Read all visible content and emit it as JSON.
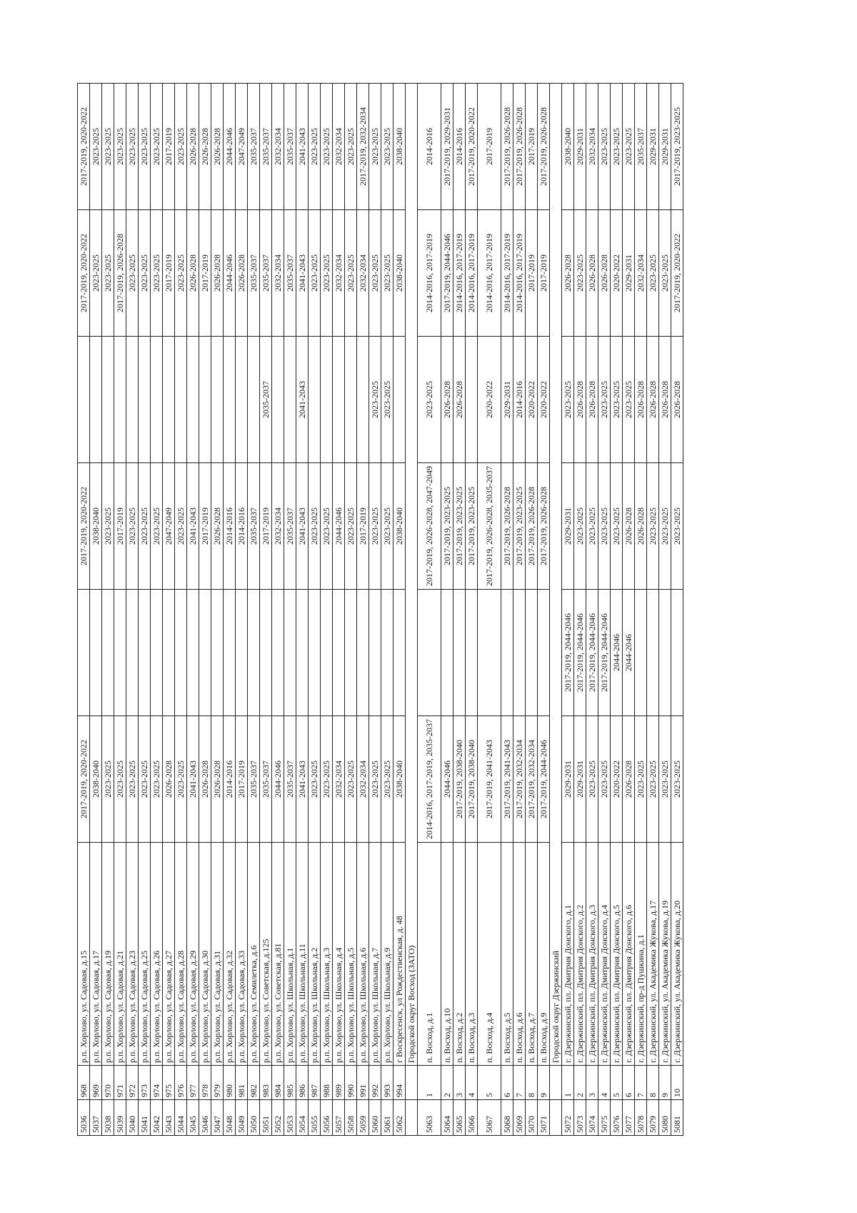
{
  "table": {
    "rows": [
      {
        "kind": "data",
        "h": 1,
        "row": "5036",
        "num": "968",
        "address": "р.п. Хорлово, ул. Садовая, д.15",
        "periods": [
          "2017-2019, 2020-2022",
          "",
          "2017-2019, 2020-2022",
          "",
          "2017-2019, 2020-2022",
          "2017-2019, 2020-2022"
        ]
      },
      {
        "kind": "data",
        "h": 1,
        "row": "5037",
        "num": "969",
        "address": "р.п. Хорлово, ул. Садовая, д.17",
        "periods": [
          "2038-2040",
          "",
          "2038-2040",
          "",
          "2023-2025",
          "2023-2025"
        ]
      },
      {
        "kind": "data",
        "h": 1,
        "row": "5038",
        "num": "970",
        "address": "р.п. Хорлово, ул. Садовая, д.19",
        "periods": [
          "2023-2025",
          "",
          "2023-2025",
          "",
          "2023-2025",
          "2023-2025"
        ]
      },
      {
        "kind": "data",
        "h": 1,
        "row": "5039",
        "num": "971",
        "address": "р.п. Хорлово, ул. Садовая, д.21",
        "periods": [
          "2023-2025",
          "",
          "2017-2019",
          "",
          "2017-2019, 2026-2028",
          "2023-2025"
        ]
      },
      {
        "kind": "data",
        "h": 1,
        "row": "5040",
        "num": "972",
        "address": "р.п. Хорлово, ул. Садовая, д.23",
        "periods": [
          "2023-2025",
          "",
          "2023-2025",
          "",
          "2023-2025",
          "2023-2025"
        ]
      },
      {
        "kind": "data",
        "h": 1,
        "row": "5041",
        "num": "973",
        "address": "р.п. Хорлово, ул. Садовая, д.25",
        "periods": [
          "2023-2025",
          "",
          "2023-2025",
          "",
          "2023-2025",
          "2023-2025"
        ]
      },
      {
        "kind": "data",
        "h": 1,
        "row": "5042",
        "num": "974",
        "address": "р.п. Хорлово, ул. Садовая, д.26",
        "periods": [
          "2023-2025",
          "",
          "2023-2025",
          "",
          "2023-2025",
          "2023-2025"
        ]
      },
      {
        "kind": "data",
        "h": 1,
        "row": "5043",
        "num": "975",
        "address": "р.п. Хорлово, ул. Садовая, д.27",
        "periods": [
          "2026-2028",
          "",
          "2047-2049",
          "",
          "2017-2019",
          "2017-2019"
        ]
      },
      {
        "kind": "data",
        "h": 1,
        "row": "5044",
        "num": "976",
        "address": "р.п. Хорлово, ул. Садовая, д.28",
        "periods": [
          "2023-2025",
          "",
          "2023-2025",
          "",
          "2023-2025",
          "2023-2025"
        ]
      },
      {
        "kind": "data",
        "h": 1,
        "row": "5045",
        "num": "977",
        "address": "р.п. Хорлово, ул. Садовая, д.29",
        "periods": [
          "2041-2043",
          "",
          "2041-2043",
          "",
          "2026-2028",
          "2026-2028"
        ]
      },
      {
        "kind": "data",
        "h": 1,
        "row": "5046",
        "num": "978",
        "address": "р.п. Хорлово, ул. Садовая, д.30",
        "periods": [
          "2026-2028",
          "",
          "2017-2019",
          "",
          "2017-2019",
          "2026-2028"
        ]
      },
      {
        "kind": "data",
        "h": 1,
        "row": "5047",
        "num": "979",
        "address": "р.п. Хорлово, ул. Садовая, д.31",
        "periods": [
          "2026-2028",
          "",
          "2026-2028",
          "",
          "2026-2028",
          "2026-2028"
        ]
      },
      {
        "kind": "data",
        "h": 1,
        "row": "5048",
        "num": "980",
        "address": "р.п. Хорлово, ул. Садовая, д.32",
        "periods": [
          "2014-2016",
          "",
          "2014-2016",
          "",
          "2044-2046",
          "2044-2046"
        ]
      },
      {
        "kind": "data",
        "h": 1,
        "row": "5049",
        "num": "981",
        "address": "р.п. Хорлово, ул. Садовая, д.33",
        "periods": [
          "2017-2019",
          "",
          "2014-2016",
          "",
          "2026-2028",
          "2047-2049"
        ]
      },
      {
        "kind": "data",
        "h": 1,
        "row": "5050",
        "num": "982",
        "address": "р.п. Хорлово, ул. Семилетка, д.6",
        "periods": [
          "2035-2037",
          "",
          "2035-2037",
          "",
          "2035-2037",
          "2035-2037"
        ]
      },
      {
        "kind": "data",
        "h": 1,
        "row": "5051",
        "num": "983",
        "address": "р.п. Хорлово, ул. Советская, д.125",
        "periods": [
          "2035-2037",
          "",
          "2017-2019",
          "2035-2037",
          "2035-2037",
          "2035-2037"
        ]
      },
      {
        "kind": "data",
        "h": 1,
        "row": "5052",
        "num": "984",
        "address": "р.п. Хорлово, ул. Советская, д.81",
        "periods": [
          "2044-2046",
          "",
          "2032-2034",
          "",
          "2032-2034",
          "2032-2034"
        ]
      },
      {
        "kind": "data",
        "h": 1,
        "row": "5053",
        "num": "985",
        "address": "р.п. Хорлово, ул. Школьная, д.1",
        "periods": [
          "2035-2037",
          "",
          "2035-2037",
          "",
          "2035-2037",
          "2035-2037"
        ]
      },
      {
        "kind": "data",
        "h": 1,
        "row": "5054",
        "num": "986",
        "address": "р.п. Хорлово, ул. Школьная, д.11",
        "periods": [
          "2041-2043",
          "",
          "2041-2043",
          "2041-2043",
          "2041-2043",
          "2041-2043"
        ]
      },
      {
        "kind": "data",
        "h": 1,
        "row": "5055",
        "num": "987",
        "address": "р.п. Хорлово, ул. Школьная, д.2",
        "periods": [
          "2023-2025",
          "",
          "2023-2025",
          "",
          "2023-2025",
          "2023-2025"
        ]
      },
      {
        "kind": "data",
        "h": 1,
        "row": "5056",
        "num": "988",
        "address": "р.п. Хорлово, ул. Школьная, д.3",
        "periods": [
          "2023-2025",
          "",
          "2023-2025",
          "",
          "2023-2025",
          "2023-2025"
        ]
      },
      {
        "kind": "data",
        "h": 1,
        "row": "5057",
        "num": "989",
        "address": "р.п. Хорлово, ул. Школьная, д.4",
        "periods": [
          "2032-2034",
          "",
          "2044-2046",
          "",
          "2032-2034",
          "2032-2034"
        ]
      },
      {
        "kind": "data",
        "h": 1,
        "row": "5058",
        "num": "990",
        "address": "р.п. Хорлово, ул. Школьная, д.5",
        "periods": [
          "2023-2025",
          "",
          "2023-2025",
          "",
          "2023-2025",
          "2023-2025"
        ]
      },
      {
        "kind": "data",
        "h": 1,
        "row": "5059",
        "num": "991",
        "address": "р.п. Хорлово, ул. Школьная, д.6",
        "periods": [
          "2032-2034",
          "",
          "2017-2019",
          "",
          "2032-2034",
          "2017-2019, 2032-2034"
        ]
      },
      {
        "kind": "data",
        "h": 1,
        "row": "5060",
        "num": "992",
        "address": "р.п. Хорлово, ул. Школьная, д.7",
        "periods": [
          "2023-2025",
          "",
          "2023-2025",
          "2023-2025",
          "2023-2025",
          "2023-2025"
        ]
      },
      {
        "kind": "data",
        "h": 1,
        "row": "5061",
        "num": "993",
        "address": "р.п. Хорлово, ул. Школьная, д.9",
        "periods": [
          "2023-2025",
          "",
          "2023-2025",
          "2023-2025",
          "2023-2025",
          "2023-2025"
        ]
      },
      {
        "kind": "data",
        "h": 1,
        "row": "5062",
        "num": "994",
        "address": "г Воскресенск, ул Рождественская, д. 48",
        "periods": [
          "2038-2040",
          "",
          "2038-2040",
          "",
          "2038-2040",
          "2038-2040"
        ]
      },
      {
        "kind": "section",
        "h": 1,
        "row": "",
        "num": "",
        "label": "Городской округ Восход (ЗАТО)"
      },
      {
        "kind": "data",
        "h": 2,
        "row": "5063",
        "num": "1",
        "address": "п. Восход, д.1",
        "periods": [
          "2014-2016, 2017-2019, 2035-2037",
          "",
          "2017-2019, 2026-2028, 2047-2049",
          "2023-2025",
          "2014-2016, 2017-2019",
          "2014-2016"
        ]
      },
      {
        "kind": "data",
        "h": 1,
        "row": "5064",
        "num": "2",
        "address": "п. Восход, д.10",
        "periods": [
          "2044-2046",
          "",
          "2017-2019, 2023-2025",
          "2026-2028",
          "2017-2019, 2044-2046",
          "2017-2019, 2029-2031"
        ]
      },
      {
        "kind": "data",
        "h": 1,
        "row": "5065",
        "num": "3",
        "address": "п. Восход, д.2",
        "periods": [
          "2017-2019, 2038-2040",
          "",
          "2017-2019, 2023-2025",
          "2026-2028",
          "2014-2016, 2017-2019",
          "2014-2016"
        ]
      },
      {
        "kind": "data",
        "h": 1,
        "row": "5066",
        "num": "4",
        "address": "п. Восход, д.3",
        "periods": [
          "2017-2019, 2038-2040",
          "",
          "2017-2019, 2023-2025",
          "",
          "2014-2016, 2017-2019",
          "2017-2019, 2020-2022"
        ]
      },
      {
        "kind": "data",
        "h": 2,
        "row": "5067",
        "num": "5",
        "address": "п. Восход, д.4",
        "periods": [
          "2017-2019, 2041-2043",
          "",
          "2017-2019, 2026-2028, 2035-2037",
          "2020-2022",
          "2014-2016, 2017-2019",
          "2017-2019"
        ]
      },
      {
        "kind": "data",
        "h": 1,
        "row": "5068",
        "num": "6",
        "address": "п. Восход, д.5",
        "periods": [
          "2017-2019, 2041-2043",
          "",
          "2017-2019, 2026-2028",
          "2029-2031",
          "2014-2016, 2017-2019",
          "2017-2019, 2026-2028"
        ]
      },
      {
        "kind": "data",
        "h": 1,
        "row": "5069",
        "num": "7",
        "address": "п. Восход, д.6",
        "periods": [
          "2017-2019, 2032-2034",
          "",
          "2017-2019, 2023-2025",
          "2014-2016",
          "2014-2016, 2017-2019",
          "2017-2019, 2026-2028"
        ]
      },
      {
        "kind": "data",
        "h": 1,
        "row": "5070",
        "num": "8",
        "address": "п. Восход, д.7",
        "periods": [
          "2017-2019, 2032-2034",
          "",
          "2017-2019, 2026-2028",
          "2020-2022",
          "2017-2019",
          "2017-2019"
        ]
      },
      {
        "kind": "data",
        "h": 1,
        "row": "5071",
        "num": "9",
        "address": "п. Восход, д.9",
        "periods": [
          "2017-2019, 2044-2046",
          "",
          "2017-2019, 2026-2028",
          "2020-2022",
          "2017-2019",
          "2017-2019, 2026-2028"
        ]
      },
      {
        "kind": "section",
        "h": 1,
        "row": "",
        "num": "",
        "label": "Городской округ Дзержинский"
      },
      {
        "kind": "data",
        "h": 1,
        "row": "5072",
        "num": "1",
        "address": "г. Дзержинский, пл. Дмитрия Донского, д.1",
        "periods": [
          "2029-2031",
          "2017-2019, 2044-2046",
          "2029-2031",
          "2023-2025",
          "2026-2028",
          "2038-2040"
        ]
      },
      {
        "kind": "data",
        "h": 1,
        "row": "5073",
        "num": "2",
        "address": "г. Дзержинский, пл. Дмитрия Донского, д.2",
        "periods": [
          "2029-2031",
          "2017-2019, 2044-2046",
          "2023-2025",
          "2026-2028",
          "2023-2025",
          "2029-2031"
        ]
      },
      {
        "kind": "data",
        "h": 1,
        "row": "5074",
        "num": "3",
        "address": "г. Дзержинский, пл. Дмитрия Донского, д.3",
        "periods": [
          "2023-2025",
          "2017-2019, 2044-2046",
          "2023-2025",
          "2026-2028",
          "2026-2028",
          "2032-2034"
        ]
      },
      {
        "kind": "data",
        "h": 1,
        "row": "5075",
        "num": "4",
        "address": "г. Дзержинский, пл. Дмитрия Донского, д.4",
        "periods": [
          "2023-2025",
          "2017-2019, 2044-2046",
          "2023-2025",
          "2023-2025",
          "2026-2028",
          "2023-2025"
        ]
      },
      {
        "kind": "data",
        "h": 1,
        "row": "5076",
        "num": "5",
        "address": "г. Дзержинский, пл. Дмитрия Донского, д.5",
        "periods": [
          "2020-2022",
          "2044-2046",
          "2023-2025",
          "2023-2025",
          "2020-2022",
          "2023-2025"
        ]
      },
      {
        "kind": "data",
        "h": 1,
        "row": "5077",
        "num": "6",
        "address": "г. Дзержинский, пл. Дмитрия Донского, д.6",
        "periods": [
          "2026-2028",
          "2044-2046",
          "2026-2028",
          "2023-2025",
          "2029-2031",
          "2023-2025"
        ]
      },
      {
        "kind": "data",
        "h": 1,
        "row": "5078",
        "num": "7",
        "address": "г. Дзержинский, пр-д Пушкина, д.1",
        "periods": [
          "2023-2025",
          "",
          "2026-2028",
          "2026-2028",
          "2032-2034",
          "2035-2037"
        ]
      },
      {
        "kind": "data",
        "h": 1,
        "row": "5079",
        "num": "8",
        "address": "г. Дзержинский, ул. Академика Жукова, д.17",
        "periods": [
          "2023-2025",
          "",
          "2023-2025",
          "2026-2028",
          "2023-2025",
          "2029-2031"
        ]
      },
      {
        "kind": "data",
        "h": 1,
        "row": "5080",
        "num": "9",
        "address": "г. Дзержинский, ул. Академика Жукова, д.19",
        "periods": [
          "2023-2025",
          "",
          "2023-2025",
          "2026-2028",
          "2023-2025",
          "2029-2031"
        ]
      },
      {
        "kind": "data",
        "h": 1,
        "row": "5081",
        "num": "10",
        "address": "г. Дзержинский, ул. Академика Жукова, д.20",
        "periods": [
          "2023-2025",
          "",
          "2023-2025",
          "2026-2028",
          "2017-2019, 2020-2022",
          "2017-2019, 2023-2025"
        ]
      }
    ]
  }
}
